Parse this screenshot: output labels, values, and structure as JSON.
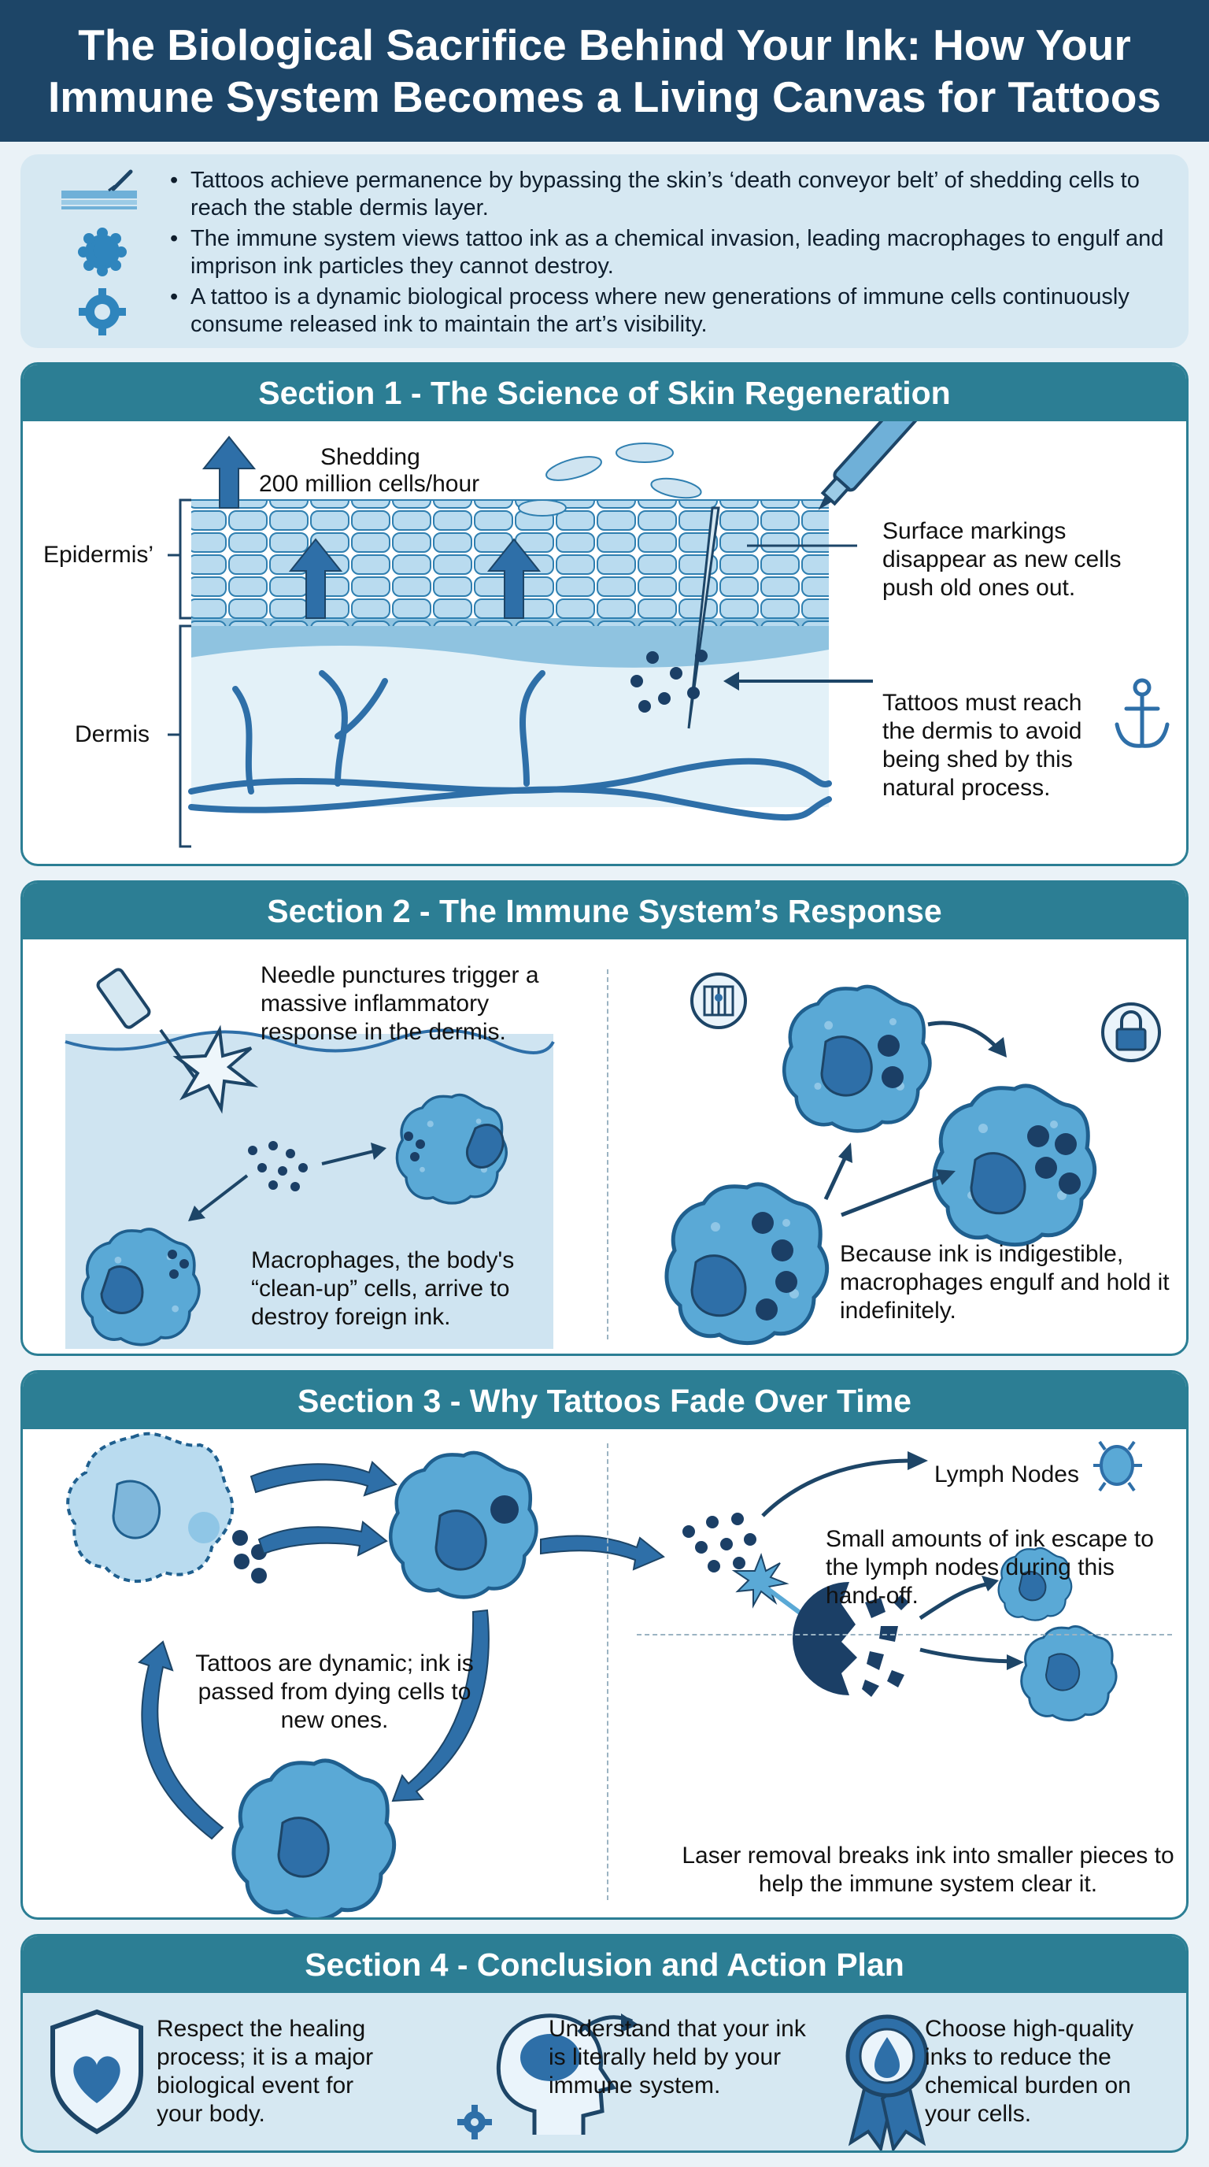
{
  "title": {
    "line1": "The Biological Sacrifice Behind Your Ink: How Your",
    "line2": "Immune System Becomes a Living Canvas for Tattoos"
  },
  "summary": {
    "bullets": [
      "Tattoos achieve permanence by bypassing the skin’s ‘death conveyor belt’ of shedding cells to reach the stable dermis layer.",
      "The immune system views tattoo ink as a chemical invasion, leading macrophages to engulf and imprison ink particles they cannot destroy.",
      "A tattoo is a dynamic biological process where new generations of immune cells continuously consume released ink to maintain the art’s visibility."
    ]
  },
  "section1": {
    "title": "Section 1 - The Science of Skin Regeneration",
    "shedding_line1": "Shedding",
    "shedding_line2": "200 million cells/hour",
    "epidermis_label": "Epidermis’",
    "dermis_label": "Dermis",
    "surface_note": "Surface markings disappear as new cells push old ones out.",
    "dermis_note": "Tattoos must reach the dermis to avoid being shed by this natural process."
  },
  "section2": {
    "title": "Section 2 - The Immune System’s Response",
    "needle_note": "Needle punctures trigger a massive inflammatory response in the dermis.",
    "macrophage_note": "Macrophages, the body's “clean-up” cells, arrive to destroy foreign ink.",
    "engulf_note": "Because ink is indigestible, macrophages engulf and hold it indefinitely."
  },
  "section3": {
    "title": "Section 3 - Why Tattoos Fade Over Time",
    "cycle_note": "Tattoos are dynamic; ink is passed from dying cells to new ones.",
    "lymph_label": "Lymph Nodes",
    "lymph_note": "Small amounts of ink escape to the lymph nodes during this hand-off.",
    "laser_note": "Laser removal breaks ink into smaller pieces to help the immune system clear it."
  },
  "section4": {
    "title": "Section 4 - Conclusion and Action Plan",
    "items": [
      {
        "text": "Respect the healing process; it is a major biological event for your body.",
        "icon": "shield-heart-icon"
      },
      {
        "text": "Understand that your ink is literally held by your immune system.",
        "icon": "brain-head-icon"
      },
      {
        "text": "Choose high-quality inks to reduce the chemical burden on your cells.",
        "icon": "award-drop-icon"
      }
    ]
  },
  "colors": {
    "header": "#1d4567",
    "section_header": "#2c7e94",
    "cell": "#5aa9d6",
    "nucleus": "#2e6fa8",
    "ink": "#1b3f66"
  }
}
